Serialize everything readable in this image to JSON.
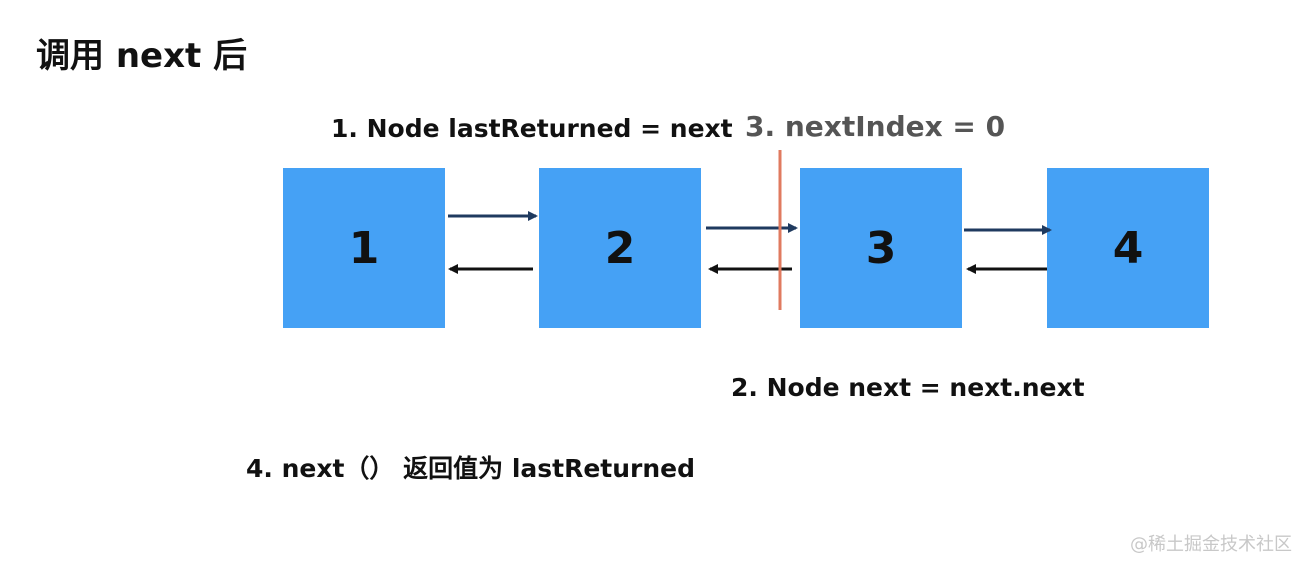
{
  "title": "调用 next 后",
  "labels": {
    "step1": "1. Node lastReturned = next",
    "step2": "2. Node next = next.next",
    "step3": "3. nextIndex = 0",
    "step4": "4. next（） 返回值为 lastReturned"
  },
  "nodes": [
    "1",
    "2",
    "3",
    "4"
  ],
  "colors": {
    "node_fill": "#45a1f5",
    "forward_arrow": "#1f3a5f",
    "backward_arrow": "#111111",
    "cursor_line": "#e07a5f"
  },
  "watermark": "@稀土掘金技术社区"
}
